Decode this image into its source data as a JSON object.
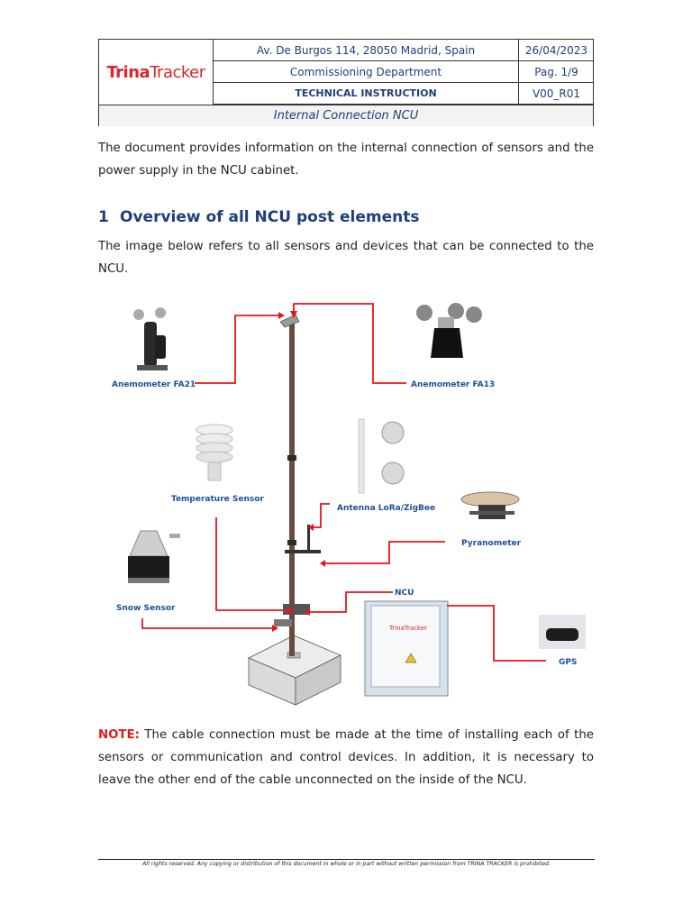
{
  "header": {
    "logo_bold": "Trina",
    "logo_rest": "Tracker",
    "address": "Av. De Burgos 114, 28050 Madrid, Spain",
    "date": "26/04/2023",
    "department": "Commissioning Department",
    "page": "Pag. 1/9",
    "doc_type": "TECHNICAL INSTRUCTION",
    "version": "V00_R01",
    "subtitle": "Internal Connection NCU"
  },
  "intro": "The document provides information on the internal connection of sensors and the power supply in the NCU cabinet.",
  "section": {
    "number": "1",
    "title": "Overview of all NCU post elements"
  },
  "section_text": "The image below refers to all sensors and devices that can be connected to the NCU.",
  "figure": {
    "labels": {
      "anemometer_fa21": "Anemometer FA21",
      "anemometer_fa13": "Anemometer FA13",
      "temperature_sensor": "Temperature Sensor",
      "antenna": "Antenna LoRa/ZigBee",
      "pyranometer": "Pyranometer",
      "snow_sensor": "Snow Sensor",
      "ncu": "NCU",
      "gps": "GPS",
      "ncu_box_logo": "TrinaTracker"
    },
    "colors": {
      "arrow": "#e8141b",
      "label": "#1f4f9a",
      "pole": "#6b4a3c"
    }
  },
  "note": {
    "label": "NOTE:",
    "text": " The cable connection must be made at the time of installing each of the sensors or communication and control devices.  In addition, it is necessary to leave the other end of the cable unconnected on the inside of the NCU."
  },
  "footer": "All rights reserved. Any copying or distribution of this document in whole or in part without written permission from TRINA TRACKER is prohibited."
}
